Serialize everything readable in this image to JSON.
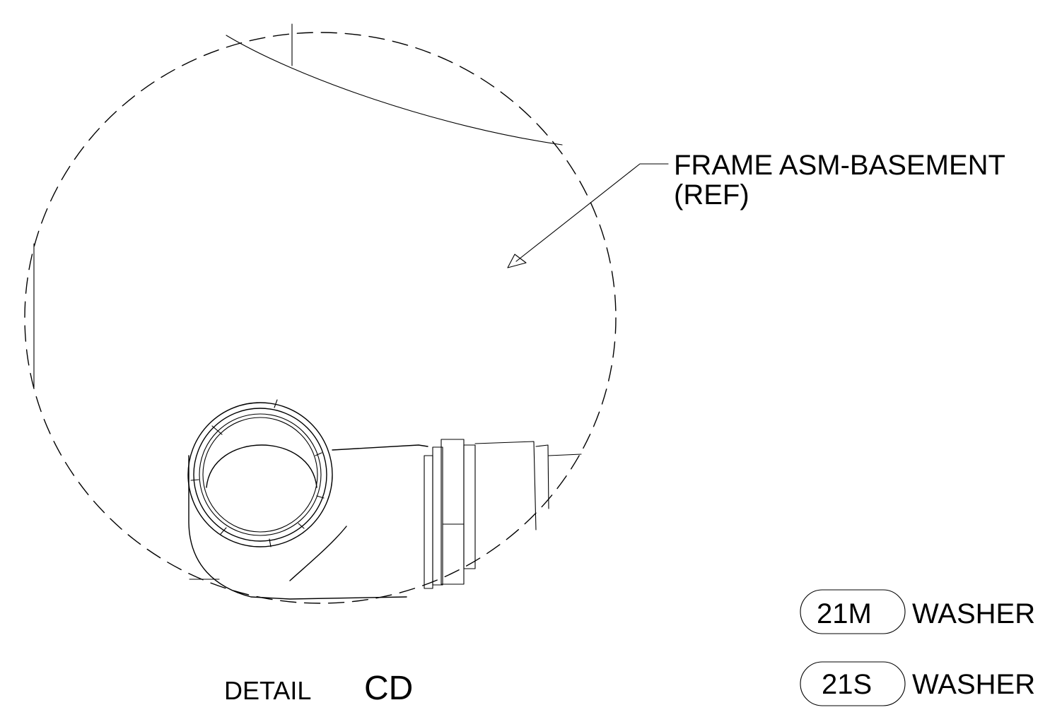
{
  "callout": {
    "line1": "FRAME ASM-BASEMENT",
    "line2": "(REF)"
  },
  "detail": {
    "prefix": "DETAIL",
    "id": "CD"
  },
  "balloons": [
    {
      "id": "21M",
      "label": "WASHER"
    },
    {
      "id": "21S",
      "label": "WASHER"
    }
  ],
  "colors": {
    "line": "#000000",
    "background": "#ffffff"
  }
}
